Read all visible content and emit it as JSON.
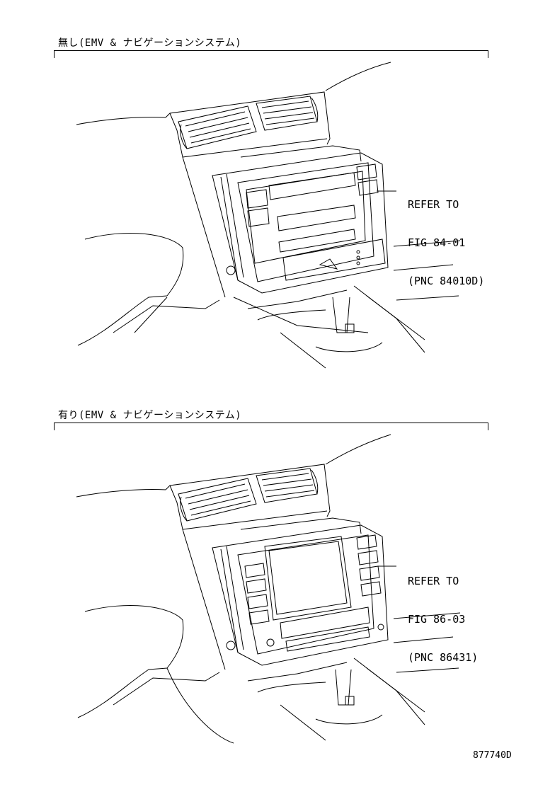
{
  "sections": [
    {
      "label": "無し(EMV & ナビゲーションシステム)",
      "refer_line1": "REFER TO",
      "refer_line2": "FIG 84-01",
      "refer_line3": "(PNC 84010D)"
    },
    {
      "label": "有り(EMV & ナビゲーションシステム)",
      "refer_line1": "REFER TO",
      "refer_line2": "FIG 86-03",
      "refer_line3": "(PNC 86431)"
    }
  ],
  "figure_id": "877740D"
}
